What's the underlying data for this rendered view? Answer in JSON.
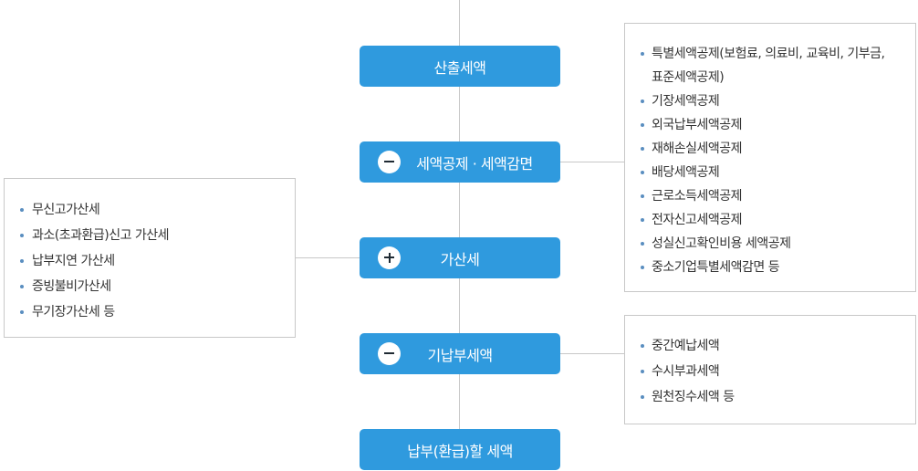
{
  "steps": [
    {
      "label": "산출세액",
      "sign": "none"
    },
    {
      "label": "세액공제 · 세액감면",
      "sign": "minus"
    },
    {
      "label": "가산세",
      "sign": "plus"
    },
    {
      "label": "기납부세액",
      "sign": "minus"
    },
    {
      "label": "납부(환급)할 세액",
      "sign": "none"
    }
  ],
  "deductions_box": {
    "items": [
      "특별세액공제(보험료, 의료비, 교육비, 기부금,",
      "표준세액공제)",
      "기장세액공제",
      "외국납부세액공제",
      "재해손실세액공제",
      "배당세액공제",
      "근로소득세액공제",
      "전자신고세액공제",
      "성실신고확인비용 세액공제",
      "중소기업특별세액감면 등"
    ]
  },
  "penalty_box": {
    "items": [
      "무신고가산세",
      "과소(초과환급)신고 가산세",
      "납부지연 가산세",
      "증빙불비가산세",
      "무기장가산세 등"
    ]
  },
  "prepaid_box": {
    "items": [
      "중간예납세액",
      "수시부과세액",
      "원천징수세액 등"
    ]
  },
  "colors": {
    "step_fill": "#2f9ade",
    "bullet": "#5a8ec0",
    "border": "#c8c8c8"
  }
}
